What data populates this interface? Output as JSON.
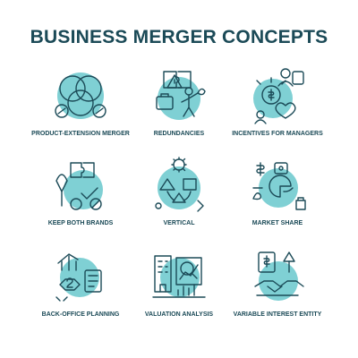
{
  "title": "BUSINESS MERGER CONCEPTS",
  "concepts": [
    {
      "label": "PRODUCT-EXTENSION MERGER",
      "icon": "product-extension-icon"
    },
    {
      "label": "REDUNDANCIES",
      "icon": "redundancies-icon"
    },
    {
      "label": "INCENTIVES FOR MANAGERS",
      "icon": "incentives-icon"
    },
    {
      "label": "KEEP BOTH BRANDS",
      "icon": "keep-brands-icon"
    },
    {
      "label": "VERTICAL",
      "icon": "vertical-icon"
    },
    {
      "label": "MARKET SHARE",
      "icon": "market-share-icon"
    },
    {
      "label": "BACK-OFFICE PLANNING",
      "icon": "back-office-icon"
    },
    {
      "label": "VALUATION ANALYSIS",
      "icon": "valuation-icon"
    },
    {
      "label": "VARIABLE INTEREST ENTITY",
      "icon": "variable-interest-icon"
    }
  ],
  "colors": {
    "primary": "#1b4a57",
    "accent": "#7fd0d4",
    "background": "#ffffff"
  }
}
